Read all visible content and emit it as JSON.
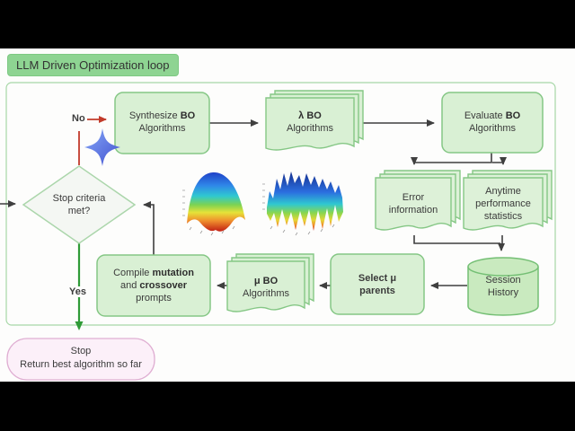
{
  "title": "LLM Driven Optimization loop",
  "nodes": {
    "synthesize": {
      "line1_pre": "Synthesize ",
      "line1_bold": "BO",
      "line2": "Algorithms"
    },
    "lambda_algos": {
      "line1_bold": "λ BO",
      "line2": "Algorithms"
    },
    "evaluate": {
      "line1_pre": "Evaluate ",
      "line1_bold": "BO",
      "line2": "Algorithms"
    },
    "error_info": {
      "line1": "Error",
      "line2": "information"
    },
    "anytime_stats": {
      "line1": "Anytime",
      "line2": "performance",
      "line3": "statistics"
    },
    "session_history": {
      "line1": "Session",
      "line2": "History"
    },
    "select_parents": {
      "line1": "Select μ",
      "line2": "parents"
    },
    "mu_algos": {
      "line1_bold": "μ BO",
      "line2": "Algorithms"
    },
    "compile": {
      "line1_pre": "Compile ",
      "line1_bold": "mutation",
      "line2_pre": "and ",
      "line2_bold": "crossover",
      "line3": "prompts"
    },
    "decision": {
      "line1": "Stop criteria",
      "line2": "met?"
    },
    "stop": {
      "line1": "Stop",
      "line2": "Return best algorithm so far"
    }
  },
  "edge_labels": {
    "no": "No",
    "yes": "Yes"
  },
  "icons": {
    "sparkle": "llm-sparkle-icon",
    "plots": [
      "smooth-surface-plot",
      "rugged-surface-plot"
    ]
  },
  "colors": {
    "node_fill": "#d9f0d4",
    "node_border": "#85c785",
    "cylinder_fill": "#c9eabf",
    "cylinder_border": "#74bf74",
    "diamond_fill": "#f4f7f3",
    "diamond_border": "#abd6ab",
    "stop_fill": "#fcf0f9",
    "stop_border": "#dfaed2",
    "title_fill": "#8ed492",
    "outer_border": "#a7d7a7",
    "arrow": "#3f3f3f",
    "arrow_no": "#c23b2b",
    "arrow_yes": "#2f9b37",
    "sparkle_light": "#86a8f8",
    "sparkle_dark": "#4150cf",
    "letterbox": "#000000"
  }
}
